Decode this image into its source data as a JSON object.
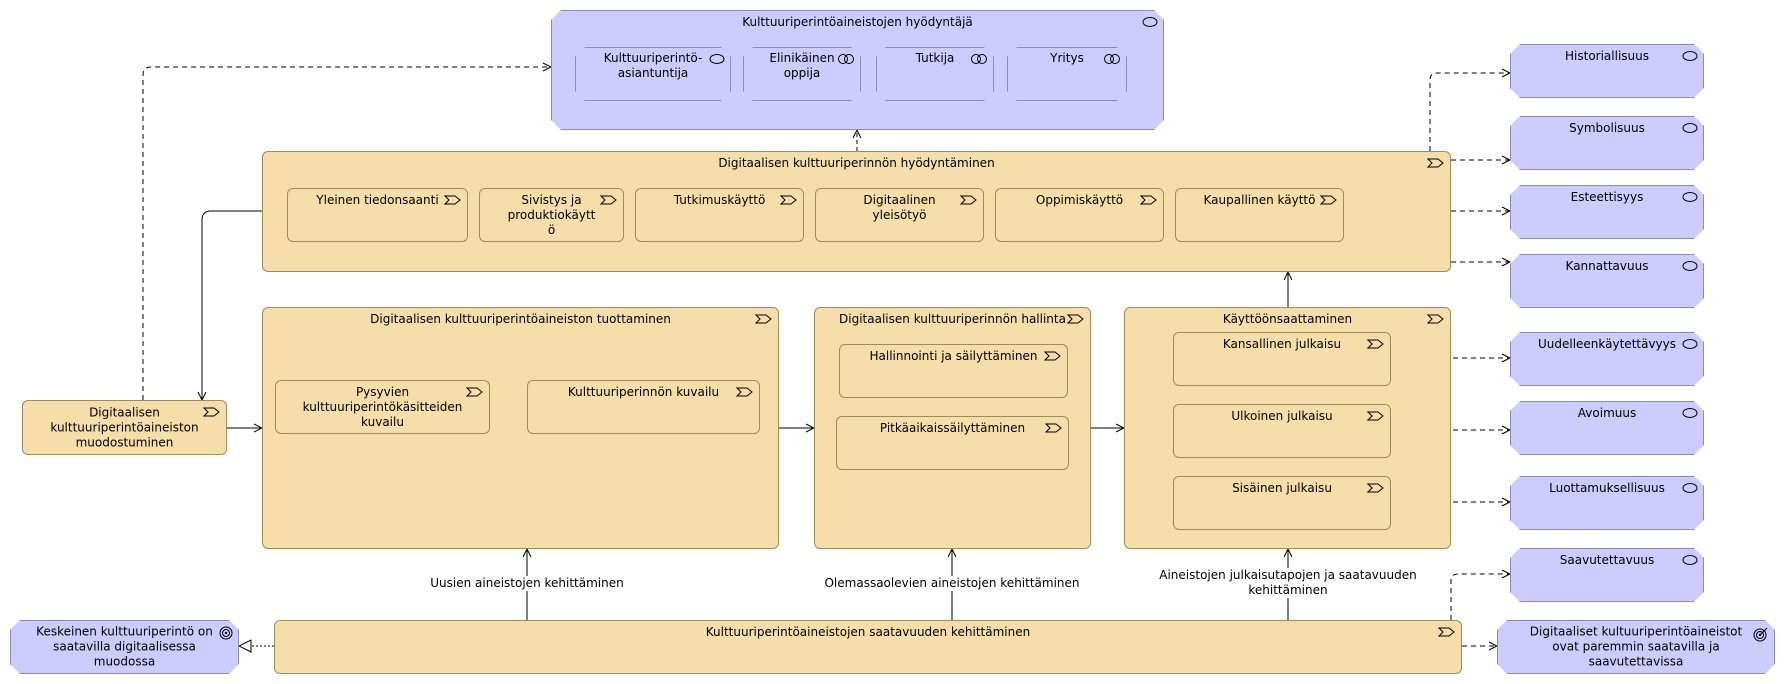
{
  "stakeholder": {
    "title": "Kulttuuriperintöaineistojen hyödyntäjä",
    "roles": [
      "Kulttuuriperintö-\nasiantuntija",
      "Elinikäinen\noppija",
      "Tutkija",
      "Yritys"
    ]
  },
  "utilization": {
    "title": "Digitaalisen kulttuuriperinnön hyödyntäminen",
    "services": [
      "Yleinen tiedonsaanti",
      "Sivistys ja\nproduktiokäytt\nö",
      "Tutkimuskäyttö",
      "Digitaalinen\nyleisötyö",
      "Oppimiskäyttö",
      "Kaupallinen käyttö"
    ]
  },
  "production": {
    "title": "Digitaalisen kulttuuriperintöaineiston tuottaminen",
    "sub1": "Pysyvien\nkulttuuriperintökäsitteiden\nkuvailu",
    "sub2": "Kulttuuriperinnön kuvailu"
  },
  "management": {
    "title": "Digitaalisen kulttuuriperinnön hallinta",
    "sub1": "Hallinnointi ja säilyttäminen",
    "sub2": "Pitkäaikaissäilyttäminen"
  },
  "deployment": {
    "title": "Käyttöönsaattaminen",
    "sub1": "Kansallinen julkaisu",
    "sub2": "Ulkoinen julkaisu",
    "sub3": "Sisäinen julkaisu"
  },
  "formation": {
    "title": "Digitaalisen\nkulttuuriperintöaineiston\nmuodostuminen"
  },
  "availability": {
    "title": "Kulttuuriperintöaineistojen saatavuuden kehittäminen"
  },
  "edge_labels": {
    "new": "Uusien aineistojen kehittäminen",
    "existing": "Olemassaolevien aineistojen kehittäminen",
    "publish": "Aineistojen julkaisutapojen ja saatavuuden\nkehittäminen"
  },
  "goal": {
    "title": "Keskeinen kulttuuriperintö on\nsaatavilla digitaalisessa\nmuodossa"
  },
  "outcome": {
    "title": "Digitaaliset kultuuriperintöaineistot\novat paremmin saatavilla ja\nsaavutettavissa"
  },
  "values": [
    "Historiallisuus",
    "Symbolisuus",
    "Esteettisyys",
    "Kannattavuus",
    "Uudelleenkäytettävyys",
    "Avoimuus",
    "Luottamuksellisuus",
    "Saavutettavuus"
  ],
  "colors": {
    "business": "#f5deaa",
    "motivation": "#ccccff",
    "business_border": "#a08c5a",
    "motivation_border": "#8a8ac0"
  }
}
